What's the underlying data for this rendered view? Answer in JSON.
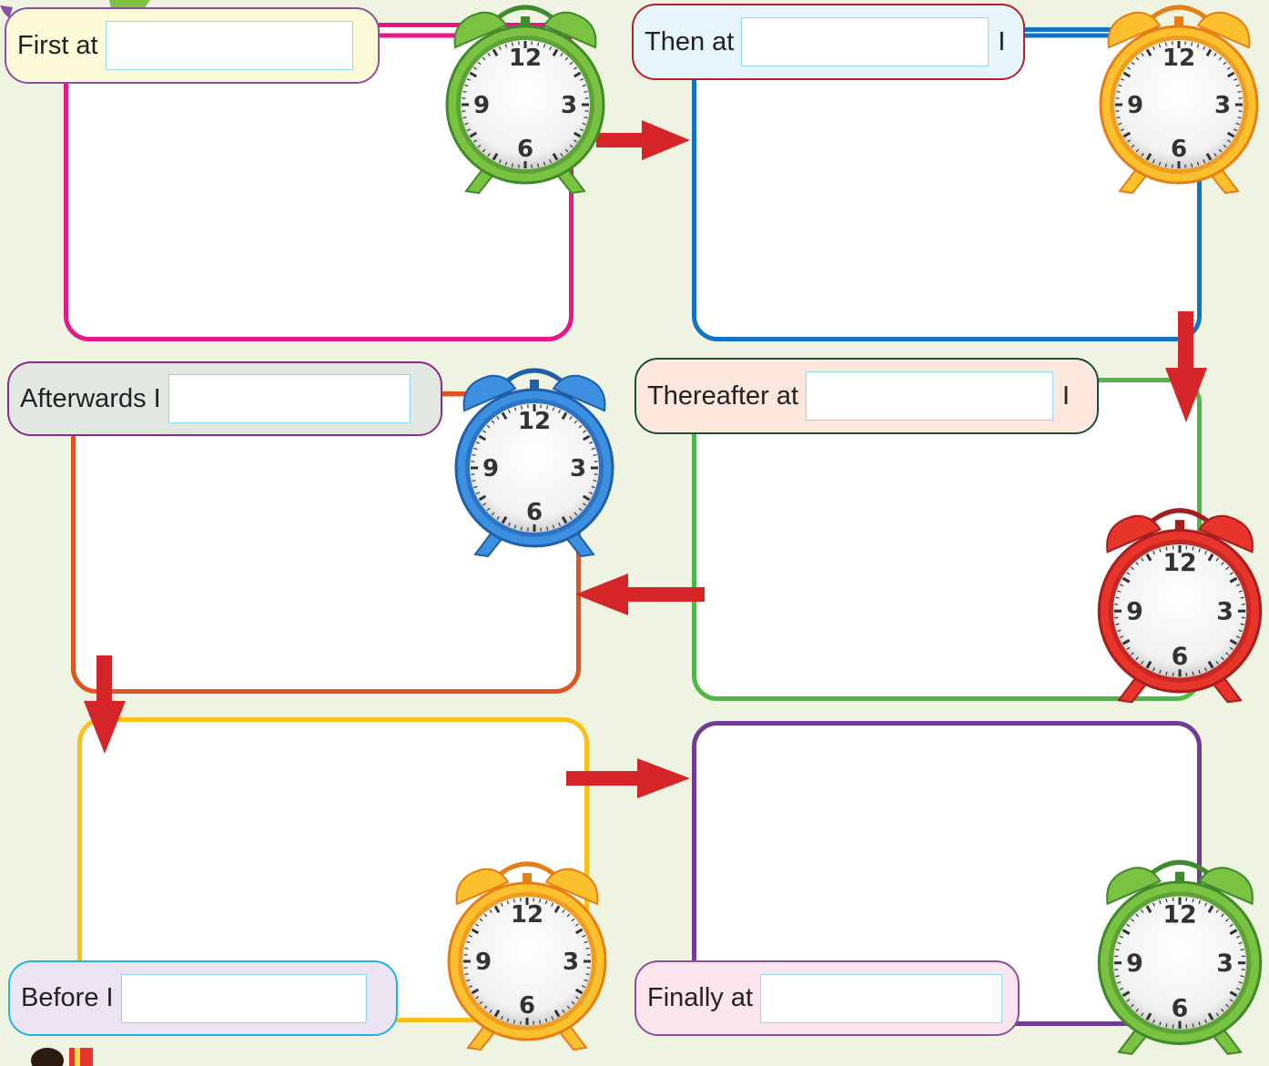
{
  "worksheet": {
    "steps": [
      {
        "id": "first",
        "prefix": "First at",
        "suffix": "",
        "placeholder": "",
        "value": "",
        "color": "#e6168b",
        "label_bg": "#fdfbd7",
        "label_border": "#8a4fa0",
        "clock": "green"
      },
      {
        "id": "then",
        "prefix": "Then at",
        "suffix": "I",
        "placeholder": "",
        "value": "",
        "color": "#1173c2",
        "label_bg": "#e6f5fc",
        "label_border": "#b2202b",
        "clock": "yellow"
      },
      {
        "id": "thereafter",
        "prefix": "Thereafter at",
        "suffix": "I",
        "placeholder": "",
        "value": "",
        "color": "#4db848",
        "label_bg": "#fde6dc",
        "label_border": "#16503a",
        "clock": "red"
      },
      {
        "id": "afterwards",
        "prefix": "Afterwards I",
        "suffix": "",
        "placeholder": "",
        "value": "",
        "color": "#e35321",
        "label_bg": "#e0e8e1",
        "label_border": "#8a2a8a",
        "clock": "blue"
      },
      {
        "id": "before",
        "prefix": "Before I",
        "suffix": "",
        "placeholder": "",
        "value": "",
        "color": "#fbbf1a",
        "label_bg": "#ece4f3",
        "label_border": "#1fb3e4",
        "clock": "yellow"
      },
      {
        "id": "finally",
        "prefix": "Finally at",
        "suffix": "",
        "placeholder": "",
        "value": "",
        "color": "#6f3d92",
        "label_bg": "#fbe6ef",
        "label_border": "#8a4fa0",
        "clock": "green"
      }
    ],
    "clock_numbers": [
      "12",
      "3",
      "6",
      "9"
    ],
    "arrow_color": "#d52528",
    "icons": [
      "alarm-clock-icon",
      "arrow-right-icon",
      "arrow-down-icon",
      "arrow-left-icon"
    ]
  }
}
